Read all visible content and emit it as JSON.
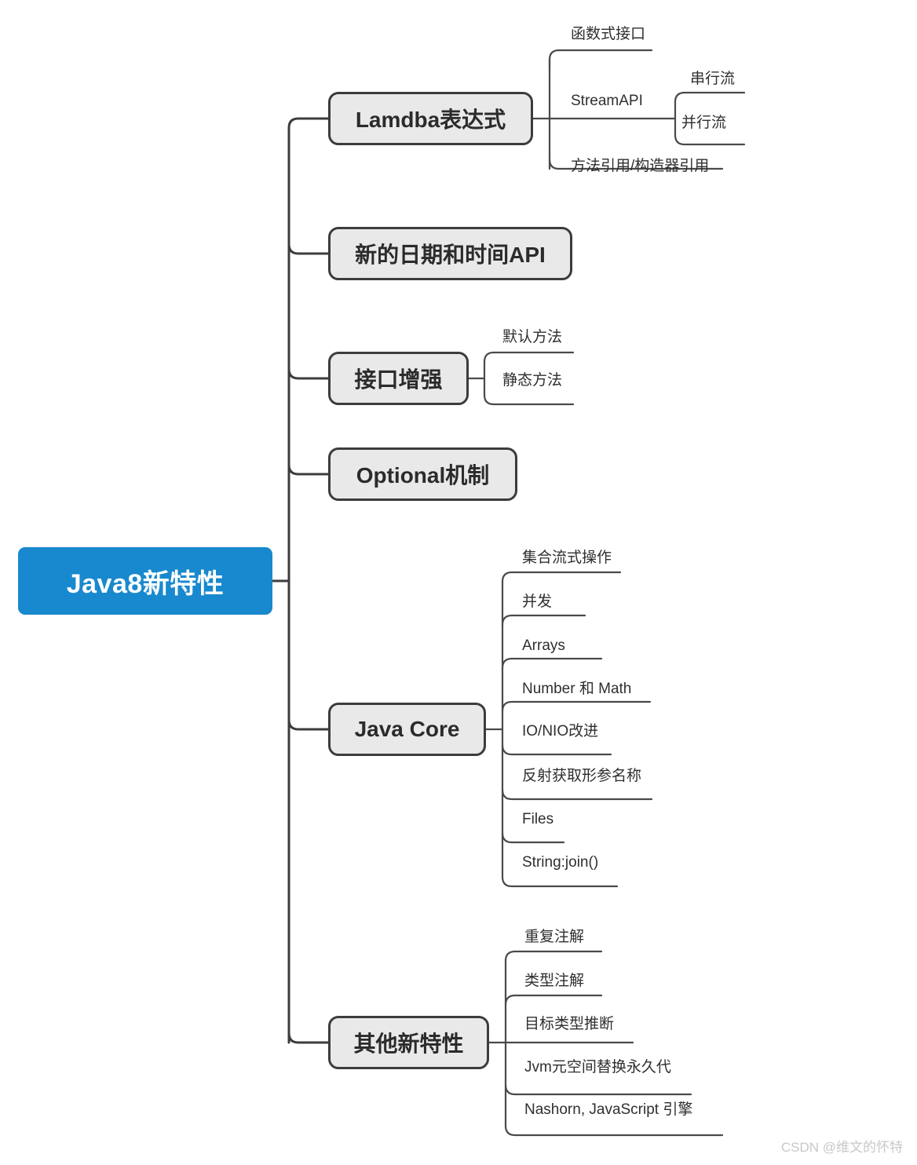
{
  "meta": {
    "watermark": "CSDN @维文的怀特",
    "colors": {
      "root_fill": "#1889ce",
      "root_text": "#ffffff",
      "branch_fill": "#e9e9e9",
      "branch_border": "#3c3c3c",
      "branch_text": "#2b2b2b",
      "leaf_text": "#2f2f2f",
      "connector": "#3c3c3c",
      "leaf_connector": "#4a4a4a",
      "background": "#ffffff",
      "watermark_text": "#c8c8c8"
    }
  },
  "mindmap": {
    "root": {
      "label": "Java8新特性"
    },
    "branches": [
      {
        "label": "Lamdba表达式",
        "children": [
          {
            "label": "函数式接口",
            "children": []
          },
          {
            "label": "StreamAPI",
            "children": [
              {
                "label": "串行流"
              },
              {
                "label": "并行流"
              }
            ]
          },
          {
            "label": "方法引用/构造器引用",
            "children": []
          }
        ]
      },
      {
        "label": "新的日期和时间API",
        "children": []
      },
      {
        "label": "接口增强",
        "children": [
          {
            "label": "默认方法",
            "children": []
          },
          {
            "label": "静态方法",
            "children": []
          }
        ]
      },
      {
        "label": "Optional机制",
        "children": []
      },
      {
        "label": "Java Core",
        "children": [
          {
            "label": "集合流式操作",
            "children": []
          },
          {
            "label": "并发",
            "children": []
          },
          {
            "label": "Arrays",
            "children": []
          },
          {
            "label": "Number 和 Math",
            "children": []
          },
          {
            "label": "IO/NIO改进",
            "children": []
          },
          {
            "label": "反射获取形参名称",
            "children": []
          },
          {
            "label": "Files",
            "children": []
          },
          {
            "label": "String:join()",
            "children": []
          }
        ]
      },
      {
        "label": "其他新特性",
        "children": [
          {
            "label": "重复注解",
            "children": []
          },
          {
            "label": "类型注解",
            "children": []
          },
          {
            "label": "目标类型推断",
            "children": []
          },
          {
            "label": "Jvm元空间替换永久代",
            "children": []
          },
          {
            "label": "Nashorn, JavaScript 引擎",
            "children": []
          }
        ]
      }
    ]
  }
}
